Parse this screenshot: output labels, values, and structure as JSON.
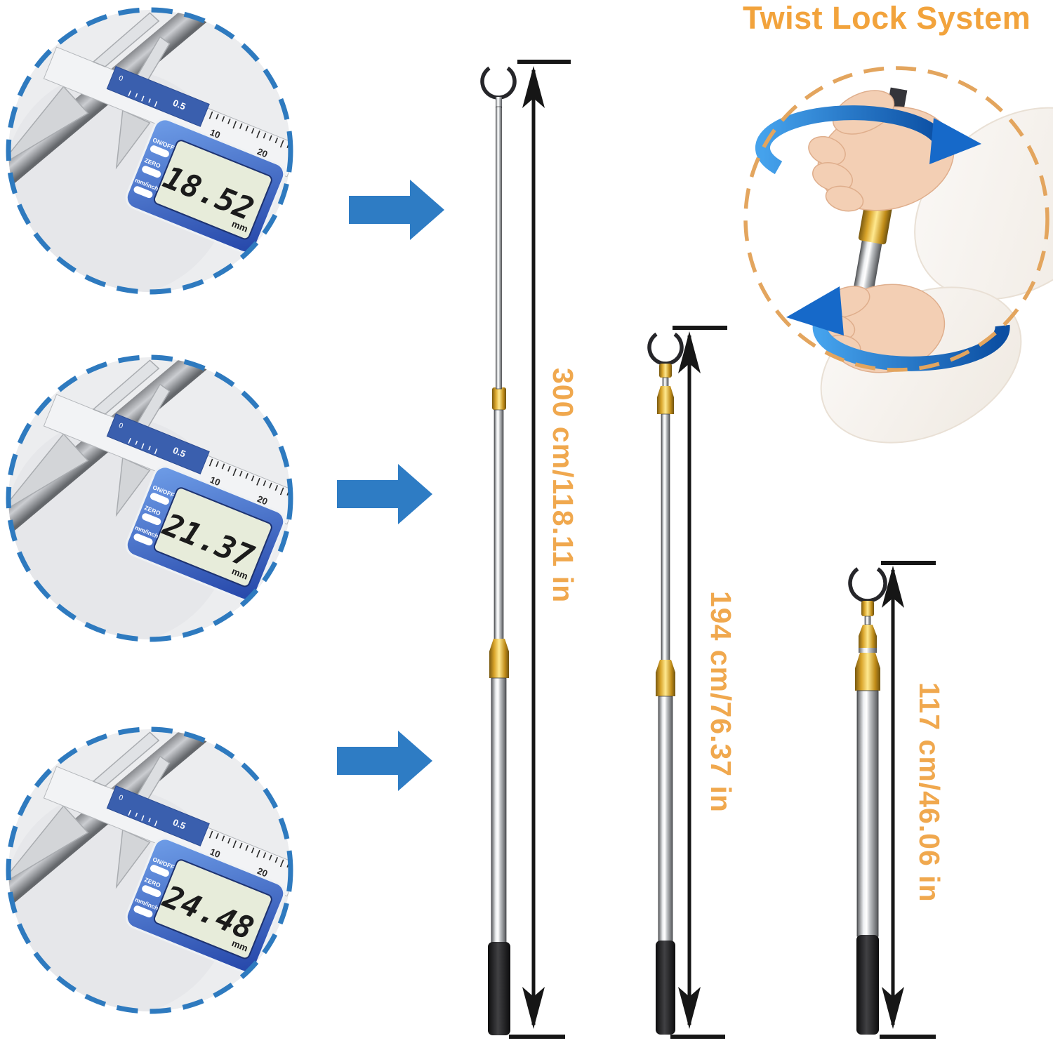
{
  "header": {
    "title": "Twist Lock System"
  },
  "insets": [
    {
      "reading": "18.52",
      "unit": "mm",
      "buttons": {
        "power": "ON/OFF",
        "zero": "ZERO",
        "unit_toggle": "mm/inch"
      },
      "scale": {
        "zero": "0",
        "half": "0.5",
        "ten": "10",
        "twenty": "20"
      }
    },
    {
      "reading": "21.37",
      "unit": "mm",
      "buttons": {
        "power": "ON/OFF",
        "zero": "ZERO",
        "unit_toggle": "mm/inch"
      },
      "scale": {
        "zero": "0",
        "half": "0.5",
        "ten": "10",
        "twenty": "20"
      }
    },
    {
      "reading": "24.48",
      "unit": "mm",
      "buttons": {
        "power": "ON/OFF",
        "zero": "ZERO",
        "unit_toggle": "mm/inch"
      },
      "scale": {
        "zero": "0",
        "half": "0.5",
        "ten": "10",
        "twenty": "20"
      }
    }
  ],
  "poles": [
    {
      "length_label": "300 cm/118.11 in"
    },
    {
      "length_label": "194 cm/76.37 in"
    },
    {
      "length_label": "117 cm/46.06 in"
    }
  ],
  "colors": {
    "arrow_blue": "#2e7cc4",
    "dash_blue": "#2e7abf",
    "dash_orange": "#e3a55e",
    "label_orange": "#f0a84e",
    "title_orange": "#f2a33c",
    "gold": "#d9a42a",
    "measure_black": "#161616",
    "caliper_blue": "#2b55b8",
    "lcd_green": "#e7ecda"
  }
}
